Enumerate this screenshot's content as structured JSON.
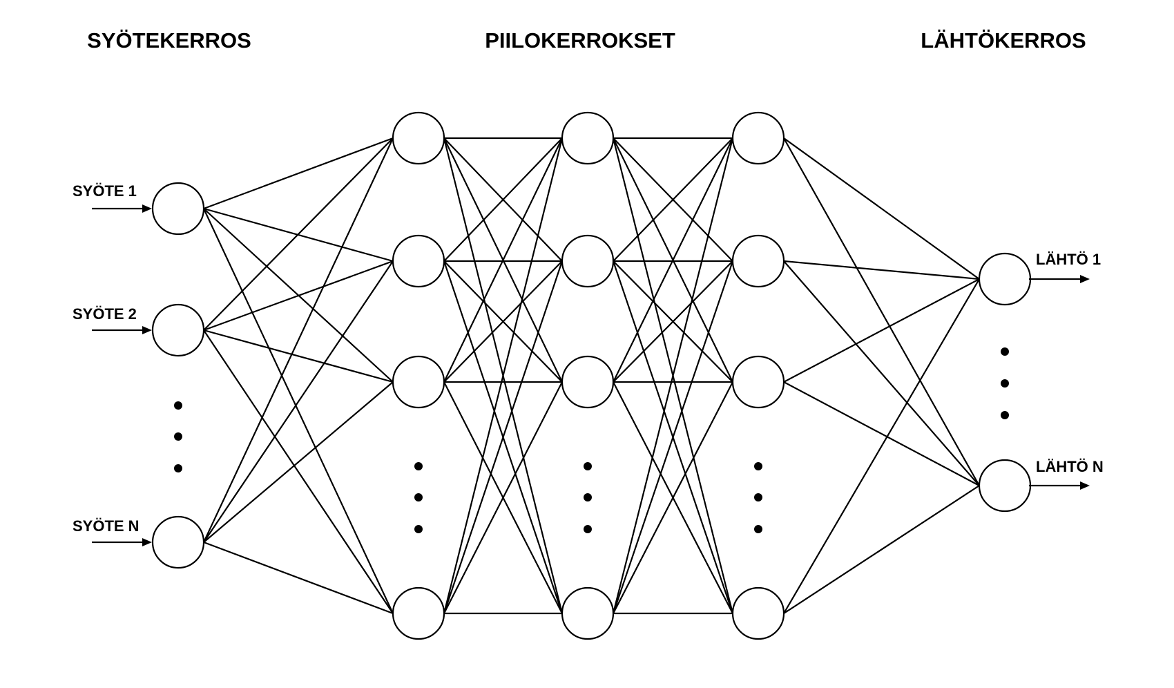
{
  "headers": {
    "input_layer": "SYÖTEKERROS",
    "hidden_layers": "PIILOKERROKSET",
    "output_layer": "LÄHTÖKERROS"
  },
  "inputs": [
    {
      "label": "SYÖTE 1"
    },
    {
      "label": "SYÖTE 2"
    },
    {
      "label": "SYÖTE N"
    }
  ],
  "outputs": [
    {
      "label": "LÄHTÖ 1"
    },
    {
      "label": "LÄHTÖ N"
    }
  ],
  "colors": {
    "line": "#000000",
    "node_fill": "#ffffff",
    "background": "#ffffff"
  }
}
